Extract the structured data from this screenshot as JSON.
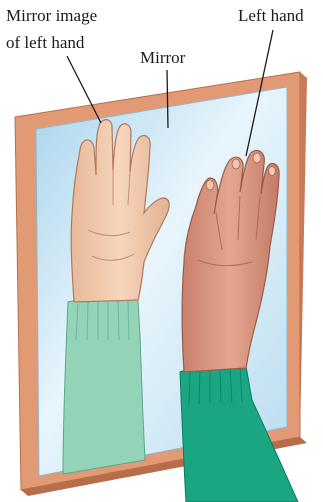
{
  "labels": {
    "mirror_image_line1": "Mirror image",
    "mirror_image_line2": "of left hand",
    "mirror": "Mirror",
    "left_hand": "Left hand"
  },
  "colors": {
    "frame_front": "#e29a74",
    "frame_side": "#c77a55",
    "glass": "#c6e3f2",
    "glass_highlight": "#eef8fd",
    "reflected_skin": "#f0c8a6",
    "real_skin": "#dc9a84",
    "reflected_sleeve": "#93d3b8",
    "real_sleeve": "#1aa683",
    "leader_line": "#1a1a1a"
  }
}
